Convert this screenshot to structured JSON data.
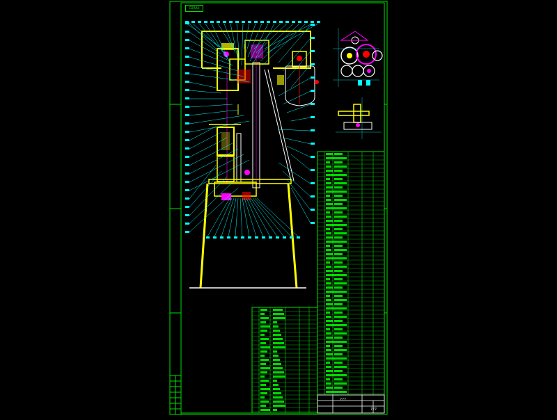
{
  "drawing": {
    "title_tag": "CDRAU",
    "title_block_name": "???",
    "title_block_code": "???",
    "colors": {
      "background": "#000000",
      "frame": "#00e000",
      "part": "#ffff00",
      "leader": "#00ffff",
      "highlight": "#ff00ff",
      "edge": "#ffffff",
      "table_fill": "#00ff00"
    },
    "icons": [
      "gear-icon",
      "tapered-stand",
      "cylinder-tank"
    ]
  }
}
